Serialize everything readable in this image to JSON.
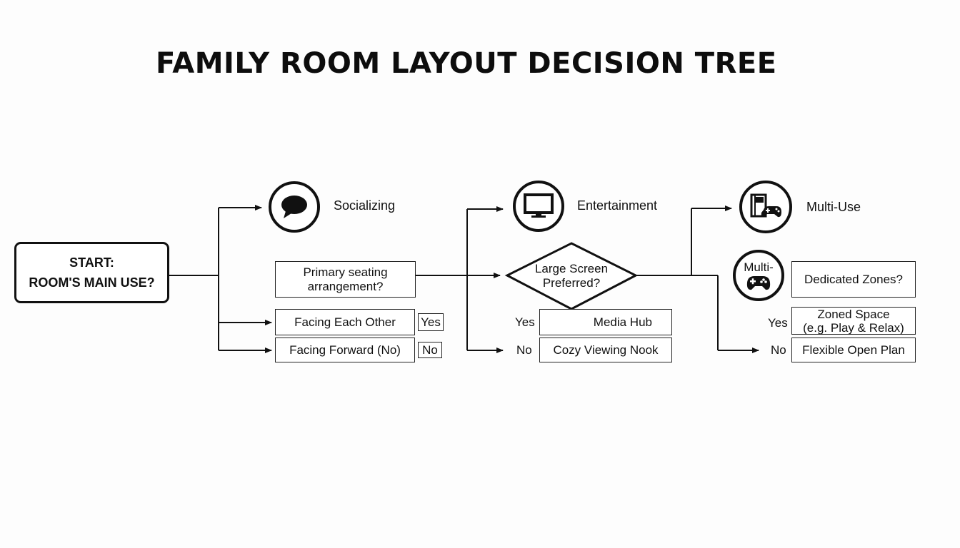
{
  "title": "FAMILY ROOM LAYOUT DECISION TREE",
  "start": {
    "line1": "START:",
    "line2": "ROOM'S MAIN USE?"
  },
  "categories": {
    "socializing": {
      "label": "Socializing",
      "icon": "speech-bubble-icon"
    },
    "entertainment": {
      "label": "Entertainment",
      "icon": "monitor-icon"
    },
    "multi_use": {
      "label": "Multi-Use",
      "icon": "book-and-gamepad-icon"
    }
  },
  "socializing_branch": {
    "question_line1": "Primary seating",
    "question_line2": "arrangement?",
    "option_yes": "Facing Each Other",
    "tag_yes": "Yes",
    "option_no": "Facing Forward (No)",
    "tag_no": "No"
  },
  "entertainment_branch": {
    "question_line1": "Large Screen",
    "question_line2": "Preferred?",
    "yes_label": "Yes",
    "option_yes": "Media Hub",
    "no_label": "No",
    "option_no": "Cozy Viewing Nook"
  },
  "multi_use_branch": {
    "icon_label": "Multi-",
    "icon": "gamepad-icon",
    "question": "Dedicated Zones?",
    "yes_label": "Yes",
    "option_yes_line1": "Zoned Space",
    "option_yes_line2": "(e.g. Play & Relax)",
    "no_label": "No",
    "option_no": "Flexible Open Plan"
  }
}
